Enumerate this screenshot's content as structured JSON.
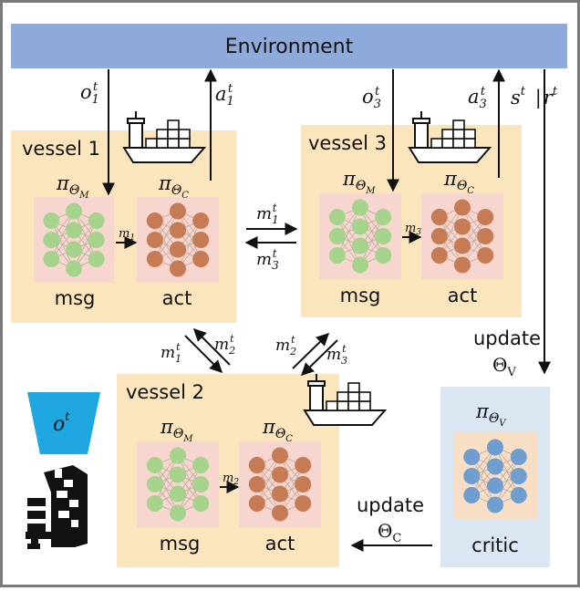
{
  "environment": {
    "label": "Environment"
  },
  "vessels": [
    {
      "label": "vessel 1",
      "obs": {
        "base": "o",
        "sub": "1",
        "sup": "t"
      },
      "act_signal": {
        "base": "a",
        "sub": "1",
        "sup": "t"
      },
      "policy_msg": {
        "base": "π",
        "sub": "Θ",
        "subsub": "M"
      },
      "policy_act": {
        "base": "π",
        "sub": "Θ",
        "subsub": "C"
      },
      "msg_label": "msg",
      "act_label": "act",
      "internal_msg": {
        "base": "m",
        "sub": "1"
      }
    },
    {
      "label": "vessel 3",
      "obs": {
        "base": "o",
        "sub": "3",
        "sup": "t"
      },
      "act_signal": {
        "base": "a",
        "sub": "3",
        "sup": "t"
      },
      "policy_msg": {
        "base": "π",
        "sub": "Θ",
        "subsub": "M"
      },
      "policy_act": {
        "base": "π",
        "sub": "Θ",
        "subsub": "C"
      },
      "msg_label": "msg",
      "act_label": "act",
      "internal_msg": {
        "base": "m",
        "sub": "3"
      }
    },
    {
      "label": "vessel 2",
      "policy_msg": {
        "base": "π",
        "sub": "Θ",
        "subsub": "M"
      },
      "policy_act": {
        "base": "π",
        "sub": "Θ",
        "subsub": "C"
      },
      "msg_label": "msg",
      "act_label": "act",
      "internal_msg": {
        "base": "m",
        "sub": "2"
      }
    }
  ],
  "messages": {
    "v1_to_v3": {
      "base": "m",
      "sub": "1",
      "sup": "t"
    },
    "v3_to_v1": {
      "base": "m",
      "sub": "3",
      "sup": "t"
    },
    "v1_to_v2": {
      "base": "m",
      "sub": "1",
      "sup": "t"
    },
    "v2_to_v1": {
      "base": "m",
      "sub": "2",
      "sup": "t"
    },
    "v2_to_v3": {
      "base": "m",
      "sub": "2",
      "sup": "t"
    },
    "v3_to_v2": {
      "base": "m",
      "sub": "3",
      "sup": "t"
    }
  },
  "state_reward": {
    "s": "s",
    "r": "r",
    "sup": "t"
  },
  "critic": {
    "label": "critic",
    "policy": {
      "base": "π",
      "sub": "Θ",
      "subsub": "V"
    },
    "update_v_text": "update",
    "update_v_param": {
      "base": "Θ",
      "sub": "V"
    },
    "update_c_text": "update",
    "update_c_param": {
      "base": "Θ",
      "sub": "C"
    }
  },
  "global_obs": {
    "base": "o",
    "sup": "t"
  },
  "colors": {
    "environment": "#8eaadb",
    "vessel_panel": "#fbe5bd",
    "critic_panel": "#dae6f2",
    "net_bg": "#f7d6cf",
    "critic_net_bg": "#f9dec6",
    "msg_node": "#a6d38c",
    "act_node": "#c67b55",
    "critic_node": "#6e9ed0",
    "camera": "#1ea7e1"
  },
  "icons": [
    "ship-icon",
    "camera-icon",
    "port-crane-icon"
  ]
}
